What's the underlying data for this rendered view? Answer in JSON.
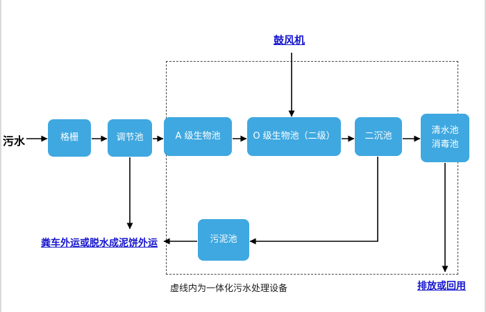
{
  "colors": {
    "box_fill": "#3FA8E0",
    "box_text": "#FFFFFF",
    "label_blue": "#1414CC",
    "arrow_black": "#000000"
  },
  "nodes": {
    "grid": "格栅",
    "regulating_tank": "调节池",
    "a_bio_tank": "A 级生物池",
    "o_bio_tank": "O 级生物池（二级）",
    "secondary_sedimentation_tank": "二沉池",
    "clear_water_tank_line1": "清水池",
    "clear_water_tank_line2": "消毒池",
    "sludge_tank": "污泥池"
  },
  "labels": {
    "influent": "污水",
    "blower": "鼓风机",
    "sludge_disposal": "粪车外运或脱水成泥饼外运",
    "discharge_or_reuse": "排放或回用",
    "dashed_box_caption": "虚线内为一体化污水处理设备"
  }
}
